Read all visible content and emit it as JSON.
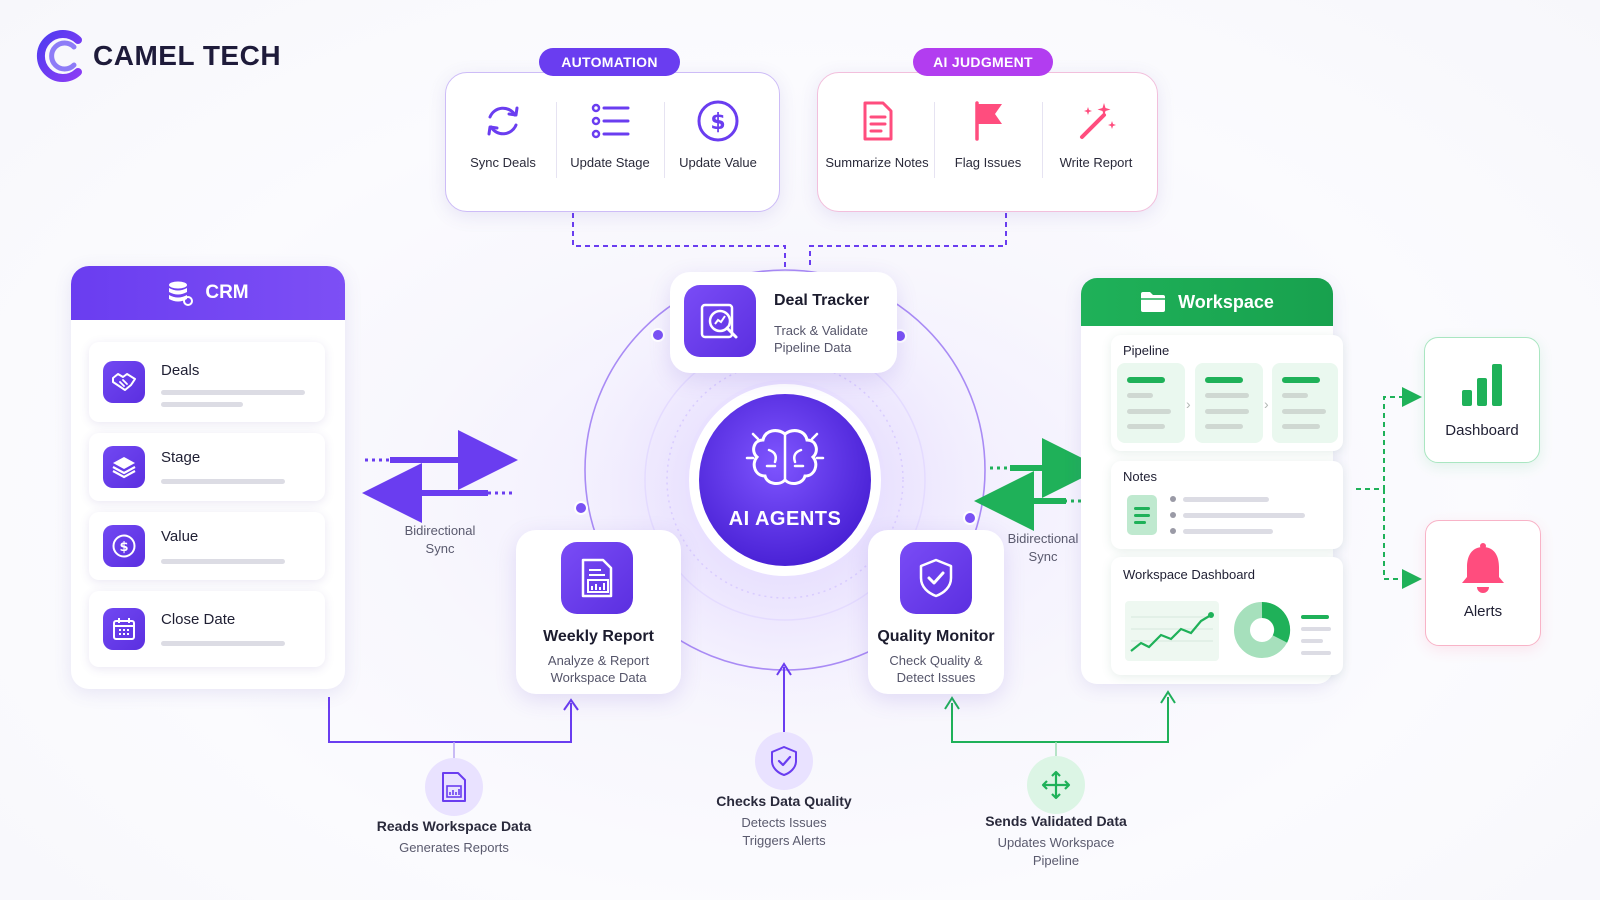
{
  "brand": {
    "name": "CAMEL TECH"
  },
  "colors": {
    "purple": "#6a3df0",
    "green": "#1fb159",
    "pink": "#ff4d7e"
  },
  "automation": {
    "label": "AUTOMATION",
    "tools": [
      {
        "label": "Sync Deals",
        "icon": "sync-icon"
      },
      {
        "label": "Update Stage",
        "icon": "list-icon"
      },
      {
        "label": "Update Value",
        "icon": "dollar-icon"
      }
    ]
  },
  "ai_judgment": {
    "label": "AI JUDGMENT",
    "tools": [
      {
        "label": "Summarize Notes",
        "icon": "document-icon"
      },
      {
        "label": "Flag Issues",
        "icon": "flag-icon"
      },
      {
        "label": "Write Report",
        "icon": "magic-wand-icon"
      }
    ]
  },
  "crm": {
    "title": "CRM",
    "items": [
      {
        "label": "Deals",
        "icon": "handshake-icon"
      },
      {
        "label": "Stage",
        "icon": "layers-icon"
      },
      {
        "label": "Value",
        "icon": "dollar-icon"
      },
      {
        "label": "Close Date",
        "icon": "calendar-icon"
      }
    ]
  },
  "center": {
    "label": "AI AGENTS"
  },
  "agents": {
    "deal_tracker": {
      "title": "Deal Tracker",
      "sub_1": "Track & Validate",
      "sub_2": "Pipeline Data"
    },
    "weekly_report": {
      "title": "Weekly Report",
      "sub_1": "Analyze & Report",
      "sub_2": "Workspace Data"
    },
    "quality_monitor": {
      "title": "Quality Monitor",
      "sub_1": "Check Quality &",
      "sub_2": "Detect Issues"
    }
  },
  "sync": {
    "left": {
      "line_1": "Bidirectional",
      "line_2": "Sync"
    },
    "right": {
      "line_1": "Bidirectional",
      "line_2": "Sync"
    }
  },
  "workspace": {
    "title": "Workspace",
    "pipeline": "Pipeline",
    "notes": "Notes",
    "dashboard": "Workspace Dashboard"
  },
  "outputs": {
    "dashboard": "Dashboard",
    "alerts": "Alerts"
  },
  "bottom": {
    "reads": {
      "title": "Reads Workspace Data",
      "line_1": "Generates Reports"
    },
    "checks": {
      "title": "Checks Data Quality",
      "line_1": "Detects Issues",
      "line_2": "Triggers Alerts"
    },
    "sends": {
      "title": "Sends Validated Data",
      "line_1": "Updates Workspace",
      "line_2": "Pipeline"
    }
  }
}
